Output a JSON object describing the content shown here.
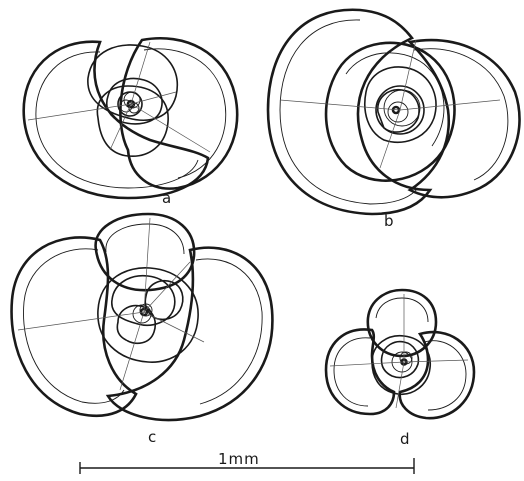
{
  "panels": [
    {
      "id": "a",
      "label": "a"
    },
    {
      "id": "b",
      "label": "b"
    },
    {
      "id": "c",
      "label": "c"
    },
    {
      "id": "d",
      "label": "d"
    }
  ],
  "scale_bar": {
    "label": "1mm"
  },
  "colors": {
    "ink": "#1a1a1a",
    "background": "#ffffff"
  }
}
